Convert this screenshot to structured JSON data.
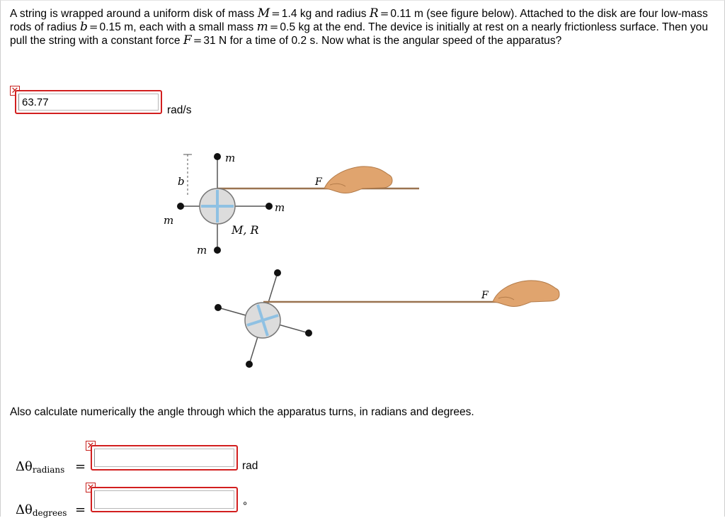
{
  "question": {
    "part1": "A string is wrapped around a uniform disk of mass",
    "var_M": "M",
    "eq1": "=",
    "val_M": "1.4 kg and radius",
    "var_R": "R",
    "eq2": "=",
    "val_R": "0.11 m (see figure below). Attached to the disk are four low-mass rods of radius",
    "var_b": "b",
    "eq3": "=",
    "val_b": "0.15 m, each with a small mass",
    "var_m": "m",
    "eq4": "=",
    "val_m": "0.5 kg at the end. The device is initially at rest on a nearly frictionless surface. Then you pull the string with a constant force",
    "var_F": "F",
    "eq5": "=",
    "val_F": "31 N for a time of 0.2 s. Now what is the angular speed of the apparatus?"
  },
  "answer1": {
    "value": "63.77",
    "unit": "rad/s",
    "status_icon": "x-mark-icon"
  },
  "figure": {
    "labels": {
      "m": "m",
      "b": "b",
      "MR": "M, R",
      "F": "F"
    }
  },
  "part2_text": "Also calculate numerically the angle through which the apparatus turns, in radians and degrees.",
  "answer2": {
    "delta": "Δθ",
    "sub": "radians",
    "eq": "=",
    "value": "",
    "unit": "rad",
    "status_icon": "x-mark-icon"
  },
  "answer3": {
    "delta": "Δθ",
    "sub": "degrees",
    "eq": "=",
    "value": "",
    "unit": "°",
    "status_icon": "x-mark-icon"
  },
  "colors": {
    "error_red": "#d21f1f",
    "disk_fill": "#dcdcdc",
    "cross": "#8fc1e3",
    "string": "#9a7350",
    "hand": "#e0a46e"
  }
}
